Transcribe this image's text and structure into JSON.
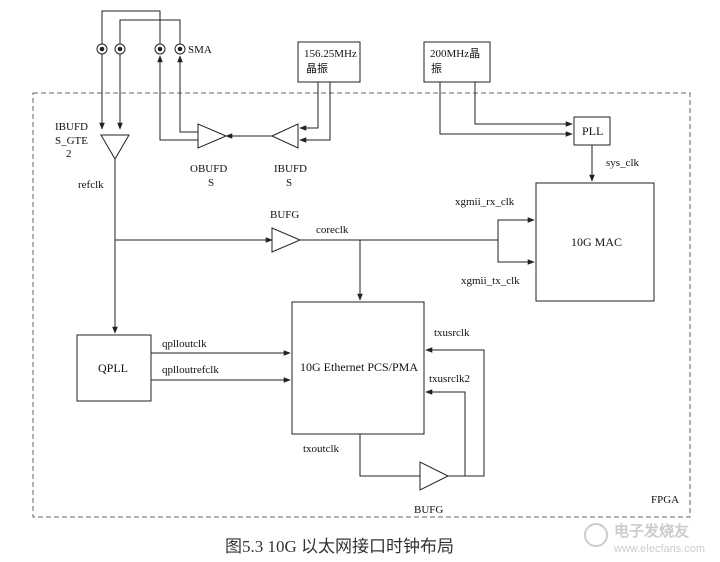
{
  "labels": {
    "sma": "SMA",
    "osc1_line1": "156.25MHz",
    "osc1_line2": "晶振",
    "osc2_line1": "200MHz晶",
    "osc2_line2": "振",
    "ibufds_gte2_l1": "IBUFD",
    "ibufds_gte2_l2": "S_GTE",
    "ibufds_gte2_l3": "2",
    "refclk": "refclk",
    "obufds_l1": "OBUFD",
    "obufds_l2": "S",
    "ibufds_l1": "IBUFD",
    "ibufds_l2": "S",
    "pll": "PLL",
    "sys_clk": "sys_clk",
    "xgmii_rx_clk": "xgmii_rx_clk",
    "xgmii_tx_clk": "xgmii_tx_clk",
    "mac": "10G MAC",
    "bufg_top": "BUFG",
    "coreclk": "coreclk",
    "qpll": "QPLL",
    "qplloutclk": "qplloutclk",
    "qplloutrefclk": "qplloutrefclk",
    "pcs_pma": "10G Ethernet PCS/PMA",
    "txusrclk": "txusrclk",
    "txusrclk2": "txusrclk2",
    "txoutclk": "txoutclk",
    "bufg_bottom": "BUFG",
    "fpga": "FPGA"
  },
  "caption": "图5.3    10G 以太网接口时钟布局",
  "watermark": {
    "brand": "电子发烧友",
    "url": "www.elecfans.com"
  }
}
